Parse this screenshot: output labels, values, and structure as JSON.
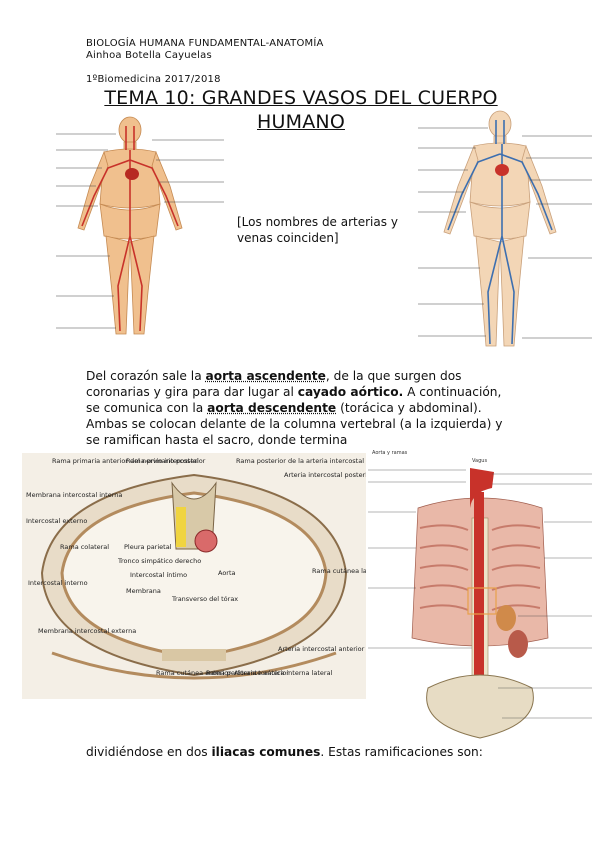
{
  "header": {
    "line1": "BIOLOGÍA HUMANA FUNDAMENTAL-ANATOMÍA",
    "line2": "Ainhoa Botella Cayuelas",
    "line3": "1ºBiomedicina 2017/2018"
  },
  "title": {
    "line1": "TEMA 10: GRANDES VASOS DEL CUERPO",
    "line2": "HUMANO"
  },
  "note": "[Los nombres de arterias y venas coinciden]",
  "paragraph1": {
    "p1": "Del corazón sale la ",
    "k1": "aorta ascendente",
    "p2": ", de la que surgen dos coronarias y gira para dar lugar al ",
    "k2": "cayado aórtico.",
    "p3": " A continuación, se comunica con la ",
    "k3": "aorta descendente",
    "p4": " (torácica y abdominal). Ambas se colocan delante de la columna vertebral (a la izquierda) y se ramifican hasta el sacro, donde termina"
  },
  "paragraph2": {
    "p1": "dividiéndose en dos ",
    "k1": "iliacas comunes",
    "p2": ". Estas ramificaciones son:"
  },
  "figure_thorax": {
    "labels": [
      "Rama primaria anterior del nervio intercostal",
      "Rama primario posterior",
      "Rama posterior de la arteria intercostal posterior",
      "Arteria intercostal posterior izquierda",
      "Membrana intercostal interna",
      "Intercostal externo",
      "Rama colateral",
      "Pleura parietal",
      "Tronco simpático derecho",
      "Intercostal íntimo",
      "Aorta",
      "Rama cutánea lateral",
      "Intercostal interno",
      "Membrana",
      "Transverso del tórax",
      "Membrana intercostal externa",
      "Rama cutánea anterior",
      "Rama perforante anterior",
      "Arteria torácica interna lateral",
      "Arteria intercostal anterior"
    ]
  },
  "figure_aorta": {
    "caption": "Aorta y ramas",
    "top_label": "Vagus"
  },
  "colors": {
    "artery": "#c8322a",
    "vein": "#3d6fb0",
    "skin": "#f0c79a",
    "muscle": "#d9a178"
  }
}
